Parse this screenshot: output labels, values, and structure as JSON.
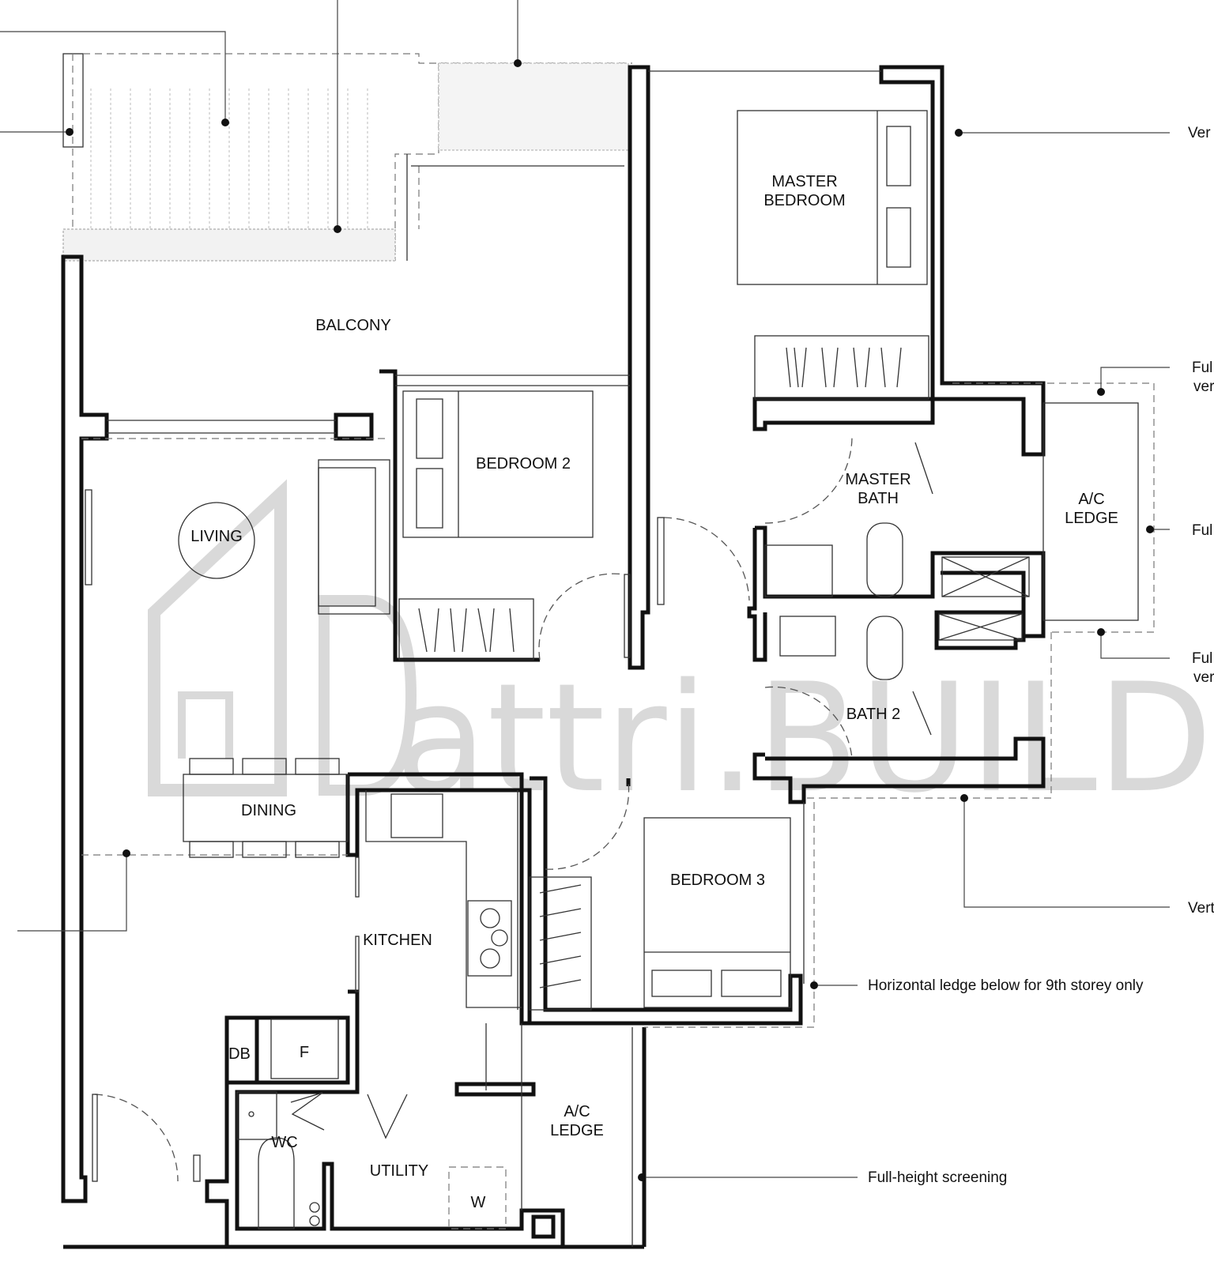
{
  "watermark": {
    "text": "attri.BUILD",
    "color": "#d9d9d9"
  },
  "rooms": {
    "balcony": "BALCONY",
    "master_bedroom": [
      "MASTER",
      "BEDROOM"
    ],
    "bedroom_2": "BEDROOM 2",
    "living": "LIVING",
    "master_bath": [
      "MASTER",
      "BATH"
    ],
    "ac_ledge_right": [
      "A/C",
      "LEDGE"
    ],
    "bath_2": "BATH 2",
    "dining": "DINING",
    "bedroom_3": "BEDROOM 3",
    "kitchen": "KITCHEN",
    "db": "DB",
    "fridge": "F",
    "wc": "WC",
    "ac_ledge_bottom": [
      "A/C",
      "LEDGE"
    ],
    "utility": "UTILITY",
    "washer": "W"
  },
  "annotations": {
    "ver_top": "Ver",
    "ful_1": [
      "Ful",
      "ver"
    ],
    "ful_2": "Ful",
    "ful_3": [
      "Ful",
      "ver"
    ],
    "vert": "Vert",
    "horizontal_ledge": "Horizontal ledge below for 9th storey only",
    "full_height_screening": "Full-height screening"
  },
  "colors": {
    "wall": "#111111",
    "line": "#333333",
    "background": "#ffffff"
  }
}
